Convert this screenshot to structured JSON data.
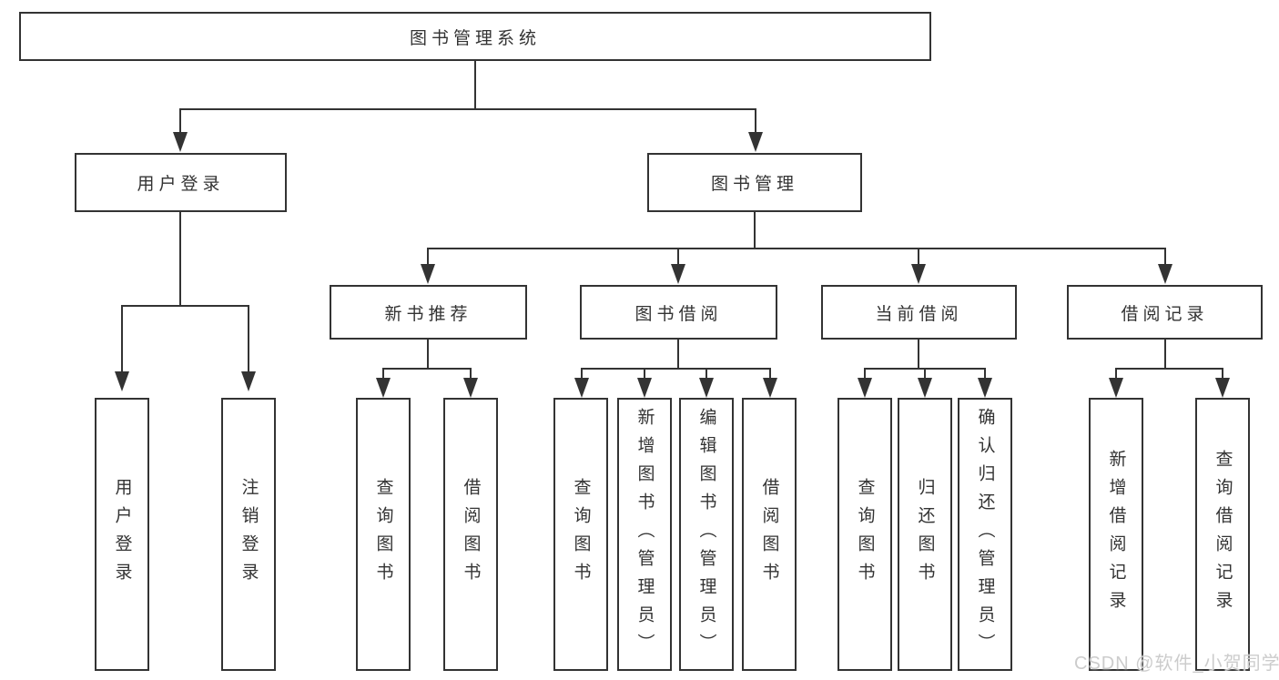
{
  "colors": {
    "line": "#333333",
    "text": "#333333",
    "box_bg": "#ffffff",
    "background": "#ffffff",
    "watermark": "#cccccc"
  },
  "tree": {
    "root": "图书管理系统",
    "level2": [
      {
        "label": "用户登录",
        "children_labels": [
          "用户登录",
          "注销登录"
        ]
      },
      {
        "label": "图书管理"
      }
    ],
    "level3": [
      {
        "label": "新书推荐",
        "children_labels": [
          "查询图书",
          "借阅图书"
        ]
      },
      {
        "label": "图书借阅",
        "children_labels": [
          "查询图书",
          "新增图书（管理员）",
          "编辑图书（管理员）",
          "借阅图书"
        ]
      },
      {
        "label": "当前借阅",
        "children_labels": [
          "查询图书",
          "归还图书",
          "确认归还（管理员）"
        ]
      },
      {
        "label": "借阅记录",
        "children_labels": [
          "新增借阅记录",
          "查询借阅记录"
        ]
      }
    ]
  },
  "watermark": "CSDN @软件_小贺同学"
}
